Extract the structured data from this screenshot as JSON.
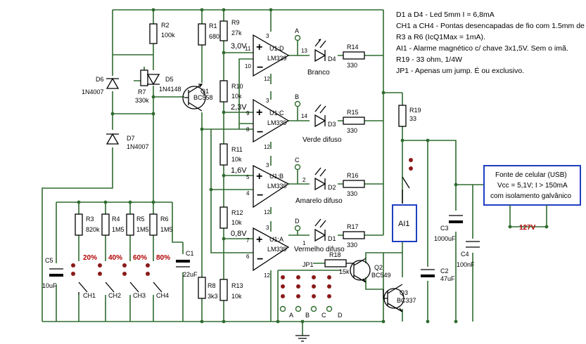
{
  "notes": [
    "D1 a D4 - Led 5mm I = 6,8mA",
    "CH1 a CH4 - Pontas desencapadas de fio com 1.5mm de diâm",
    "R3 a R6 (IcQ1Max = 1mA).",
    "AI1 - Alarme magnético c/ chave 3x1,5V. Sem o imã.",
    "R19 - 33 ohm, 1/4W",
    "JP1 - Apenas um jump. É ou exclusivo."
  ],
  "power_box": {
    "title": "Fonte de celular (USB)",
    "line2": "Vcc = 5,1V; I > 150mA",
    "line3": "com isolamento galvânico",
    "mains": "127V"
  },
  "resistors": {
    "r2": {
      "ref": "R2",
      "val": "100k"
    },
    "r1": {
      "ref": "R1",
      "val": "680"
    },
    "r9": {
      "ref": "R9",
      "val": "27k"
    },
    "r7": {
      "ref": "R7",
      "val": "330k"
    },
    "r10": {
      "ref": "R10",
      "val": "10k"
    },
    "r11": {
      "ref": "R11",
      "val": "10k"
    },
    "r12": {
      "ref": "R12",
      "val": "10k"
    },
    "r13": {
      "ref": "R13",
      "val": "10k"
    },
    "r8": {
      "ref": "R8",
      "val": "3k3"
    },
    "r3": {
      "ref": "R3",
      "val": "820k"
    },
    "r4": {
      "ref": "R4",
      "val": "1M5"
    },
    "r5": {
      "ref": "R5",
      "val": "1M5"
    },
    "r6": {
      "ref": "R6",
      "val": "1M5"
    },
    "r14": {
      "ref": "R14",
      "val": "330"
    },
    "r15": {
      "ref": "R15",
      "val": "330"
    },
    "r16": {
      "ref": "R16",
      "val": "330"
    },
    "r17": {
      "ref": "R17",
      "val": "330"
    },
    "r18": {
      "ref": "R18",
      "val": "15k"
    },
    "r19": {
      "ref": "R19",
      "val": "33"
    }
  },
  "diodes": {
    "d6": {
      "ref": "D6",
      "val": "1N4007"
    },
    "d5": {
      "ref": "D5",
      "val": "1N4148"
    },
    "d7": {
      "ref": "D7",
      "val": "1N4007"
    }
  },
  "transistors": {
    "q1": {
      "ref": "Q1",
      "val": "BC558"
    },
    "q2": {
      "ref": "Q2",
      "val": "BC549"
    },
    "q3": {
      "ref": "Q3",
      "val": "BC337"
    }
  },
  "capacitors": {
    "c1": {
      "ref": "C1",
      "val": "22uF"
    },
    "c5": {
      "ref": "C5",
      "val": "10uF"
    },
    "c2": {
      "ref": "C2",
      "val": "47uF"
    },
    "c3": {
      "ref": "C3",
      "val": "1000uF"
    },
    "c4": {
      "ref": "C4",
      "val": "100nF"
    }
  },
  "voltages": {
    "v1": "3,0V",
    "v2": "2,3V",
    "v3": "1,6V",
    "v4": "0,8V"
  },
  "comparators": [
    {
      "ref": "U1:D",
      "part": "LM339",
      "pin_plus": "11",
      "pin_minus": "10",
      "pin_out": "13",
      "pin_vcc": "3",
      "pin_gnd": "12",
      "node": "A",
      "led": "D4",
      "color": "Branco"
    },
    {
      "ref": "U1:C",
      "part": "LM339",
      "pin_plus": "9",
      "pin_minus": "8",
      "pin_out": "14",
      "pin_vcc": "3",
      "pin_gnd": "12",
      "node": "B",
      "led": "D3",
      "color": "Verde difuso"
    },
    {
      "ref": "U1:B",
      "part": "LM339",
      "pin_plus": "5",
      "pin_minus": "4",
      "pin_out": "2",
      "pin_vcc": "3",
      "pin_gnd": "12",
      "node": "C",
      "led": "D2",
      "color": "Amarelo difuso"
    },
    {
      "ref": "U1:A",
      "part": "LM339",
      "pin_plus": "7",
      "pin_minus": "6",
      "pin_out": "1",
      "pin_vcc": "3",
      "pin_gnd": "12",
      "node": "D",
      "led": "D1",
      "color": "Vermelho difuso"
    }
  ],
  "switches": [
    {
      "ref": "CH1",
      "pct": ""
    },
    {
      "ref": "CH2",
      "pct": "20%"
    },
    {
      "ref": "CH3",
      "pct": "40%"
    },
    {
      "ref": "CH4",
      "pct": "60%"
    }
  ],
  "pct80": "80%",
  "alarm": "AI1",
  "jumper": {
    "ref": "JP1",
    "labels": [
      "A",
      "B",
      "C",
      "D"
    ]
  }
}
